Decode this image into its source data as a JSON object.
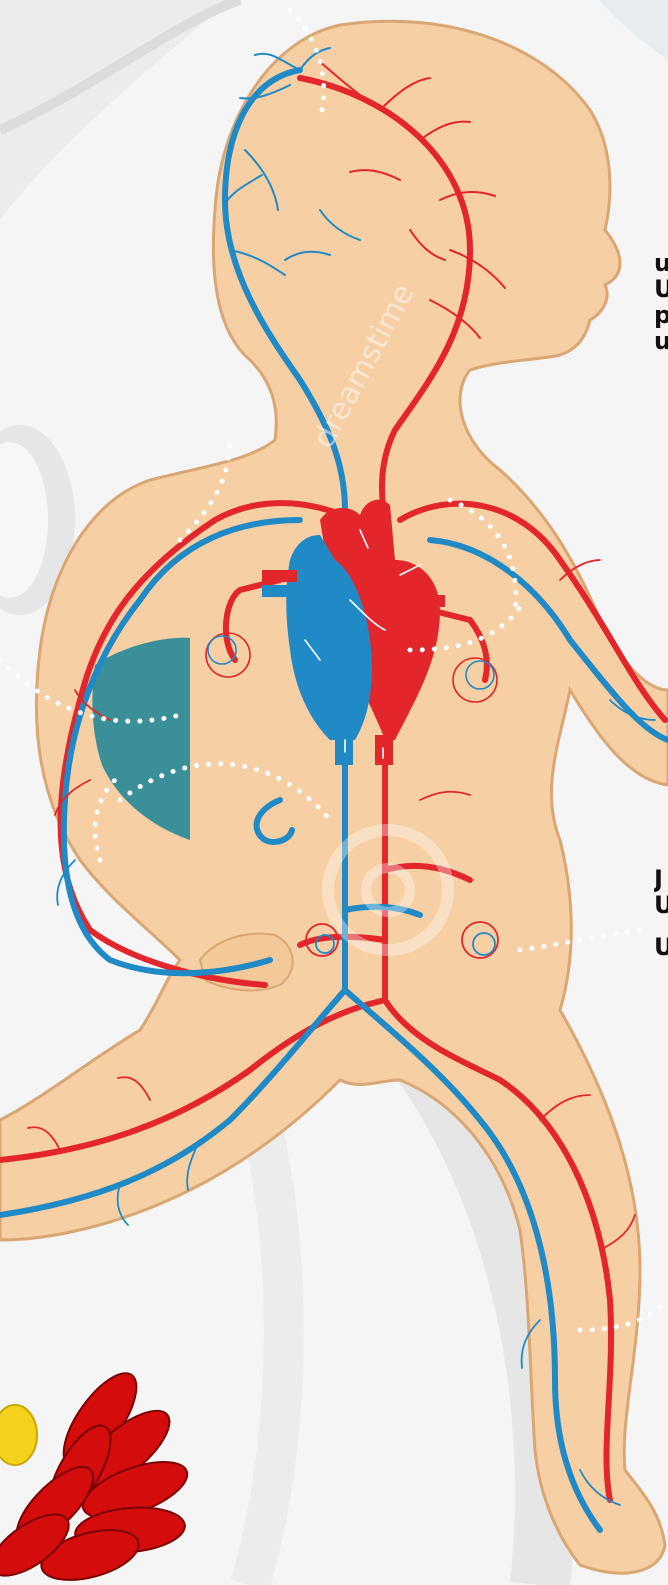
{
  "watermark": "dreamstime",
  "edge_text_top": [
    "u",
    "U",
    "p",
    "u"
  ],
  "edge_text_bottom": [
    "J",
    "U",
    "U"
  ],
  "colors": {
    "background": "#f4f4f4",
    "skin": "#f7cfa4",
    "skin_outline": "#d9a774",
    "artery": "#e3252c",
    "vein": "#1f8ac6",
    "liver": "#3a8f99",
    "decor_flower": "#d40c0c",
    "decor_petal": "#f2d21c"
  },
  "icons": [
    "heart-icon",
    "liver-icon",
    "lung-icon",
    "kidney-icon",
    "flower-icon"
  ]
}
